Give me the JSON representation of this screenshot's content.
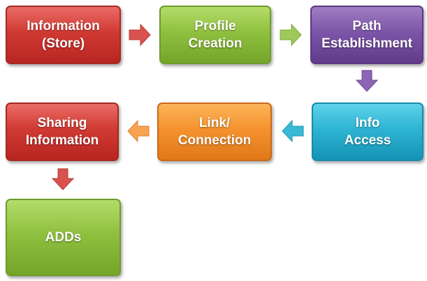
{
  "diagram": {
    "nodes": [
      {
        "id": "information-store",
        "label": "Information\n(Store)",
        "color": "#d03a33"
      },
      {
        "id": "profile-creation",
        "label": "Profile\nCreation",
        "color": "#90c03f"
      },
      {
        "id": "path-establishment",
        "label": "Path\nEstablishment",
        "color": "#7d55a8"
      },
      {
        "id": "info-access",
        "label": "Info\nAccess",
        "color": "#2eb4d2"
      },
      {
        "id": "link-connection",
        "label": "Link/\nConnection",
        "color": "#f5922e"
      },
      {
        "id": "sharing-information",
        "label": "Sharing\nInformation",
        "color": "#d03a33"
      },
      {
        "id": "adds",
        "label": "ADDs",
        "color": "#90c03f"
      }
    ],
    "edges": [
      {
        "from": "information-store",
        "to": "profile-creation",
        "direction": "right",
        "color": "#d03a33"
      },
      {
        "from": "profile-creation",
        "to": "path-establishment",
        "direction": "right",
        "color": "#90c03f"
      },
      {
        "from": "path-establishment",
        "to": "info-access",
        "direction": "down",
        "color": "#7d55a8"
      },
      {
        "from": "info-access",
        "to": "link-connection",
        "direction": "left",
        "color": "#2eb4d2"
      },
      {
        "from": "link-connection",
        "to": "sharing-information",
        "direction": "left",
        "color": "#f5922e"
      },
      {
        "from": "sharing-information",
        "to": "adds",
        "direction": "down",
        "color": "#d03a33"
      }
    ]
  }
}
